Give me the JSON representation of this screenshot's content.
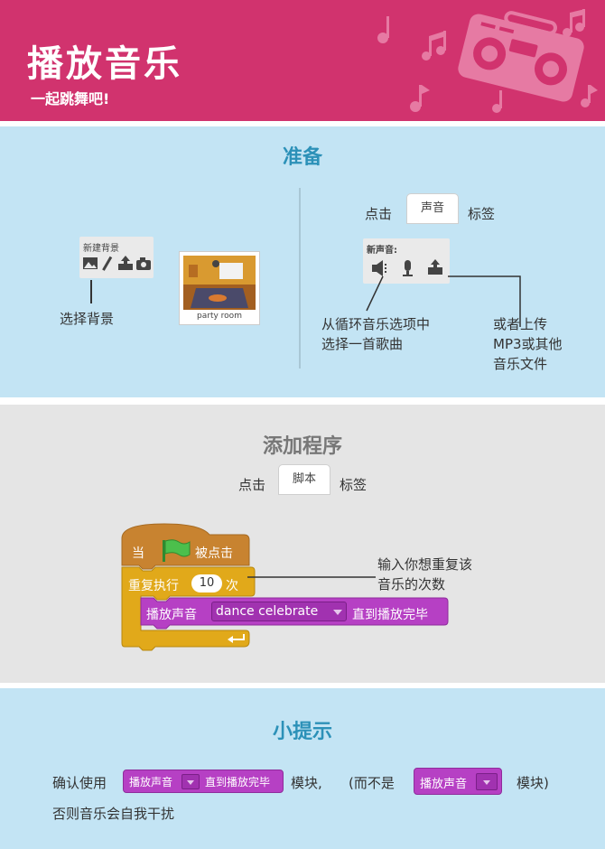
{
  "header": {
    "title": "播放音乐",
    "subtitle": "一起跳舞吧!"
  },
  "prep": {
    "title": "准备",
    "new_backdrop_label": "新建背景",
    "choose_backdrop": "选择背景",
    "party_room_caption": "party room",
    "click": "点击",
    "sound_tab": "声音",
    "tab_word": "标签",
    "new_sound_label": "新声音:",
    "pick_from_loop": "从循环音乐选项中\n选择一首歌曲",
    "or_upload": "或者上传\nMP3或其他\n音乐文件"
  },
  "script": {
    "title": "添加程序",
    "click": "点击",
    "scripts_tab": "脚本",
    "tab_word": "标签",
    "hat_when": "当",
    "hat_clicked": "被点击",
    "repeat_label": "重复执行",
    "repeat_count": "10",
    "repeat_times": "次",
    "play_sound": "播放声音",
    "sound_name": "dance celebrate",
    "until_done": "直到播放完毕",
    "callout": "输入你想重复该\n音乐的次数"
  },
  "tips": {
    "title": "小提示",
    "confirm_use": "确认使用",
    "block_play": "播放声音",
    "block_until": "直到播放完毕",
    "block_word": "模块,",
    "instead_of": "(而不是",
    "block_play2": "播放声音",
    "block_word2": "模块)",
    "otherwise": "否则音乐会自我干扰"
  },
  "colors": {
    "header": "#d1336e",
    "light_blue": "#c3e4f4",
    "grey": "#e5e5e5",
    "events": "#c88330",
    "control": "#e1a91a",
    "sound": "#b640c4"
  }
}
